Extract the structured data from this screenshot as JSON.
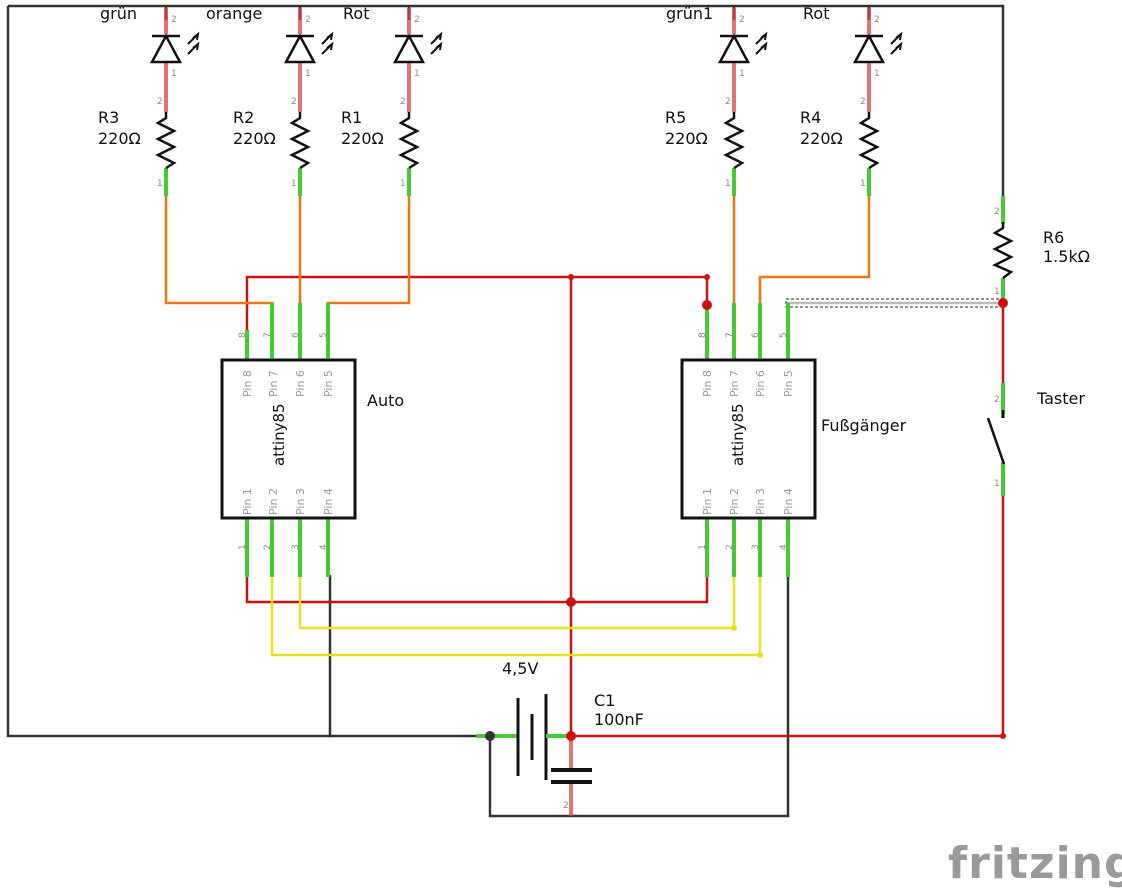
{
  "leds": [
    {
      "color": "grün",
      "resistor": "R3",
      "value": "220Ω"
    },
    {
      "color": "orange",
      "resistor": "R2",
      "value": "220Ω"
    },
    {
      "color": "Rot",
      "resistor": "R1",
      "value": "220Ω"
    },
    {
      "color": "grün1",
      "resistor": "R5",
      "value": "220Ω"
    },
    {
      "color": "Rot",
      "resistor": "R4",
      "value": "220Ω"
    }
  ],
  "r6": {
    "name": "R6",
    "value": "1.5kΩ"
  },
  "button": {
    "name": "Taster"
  },
  "chips": [
    {
      "part": "attiny85",
      "label": "Auto"
    },
    {
      "part": "attiny85",
      "label": "Fußgänger"
    }
  ],
  "pins": {
    "top": [
      "Pin 8",
      "Pin 7",
      "Pin 6",
      "Pin 5"
    ],
    "bottom": [
      "Pin 1",
      "Pin 2",
      "Pin 3",
      "Pin 4"
    ],
    "top_nums": [
      "8",
      "7",
      "6",
      "5"
    ],
    "bottom_nums": [
      "1",
      "2",
      "3",
      "4"
    ],
    "leg_a": "2",
    "leg_b": "1"
  },
  "battery": {
    "voltage": "4,5V"
  },
  "capacitor": {
    "name": "C1",
    "value": "100nF"
  },
  "brand": "fritzing",
  "colors": {
    "wire_black": "#333333",
    "wire_red": "#cc1111",
    "wire_orange": "#ee7711",
    "wire_yellow": "#e8e020",
    "pin_green": "#44cc33"
  }
}
